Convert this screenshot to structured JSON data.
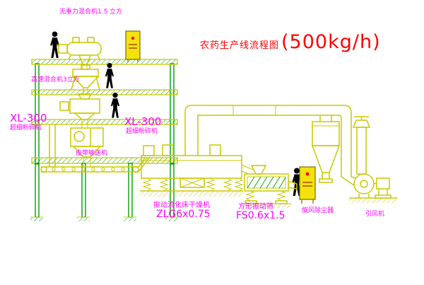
{
  "title": {
    "name": "农药生产线流程图",
    "capacity": "(500kg/h)"
  },
  "labels": {
    "top_mixer": "无重力混合机1.5 立方",
    "high_speed_mixer": "高速混合机3立方",
    "left_mill_model": "XL-300",
    "left_mill_name": "超细粉碎机",
    "mid_mill_model": "XL-300",
    "mid_mill_name": "超细粉碎机",
    "belt_conveyor": "皮带输送机",
    "dryer_name": "振动流化床干燥机",
    "dryer_model": "ZLG6x0.75",
    "screen_name": "方形振动筛",
    "screen_model": "FS0.6x1.5",
    "cyclone": "旋风除尘器",
    "fan": "引风机"
  },
  "colors": {
    "line_yellow": "#c9c900",
    "line_green": "#00a000",
    "label_magenta": "#ff00ff",
    "title_red": "#ff0000",
    "panel_yellow": "#f2e20e",
    "figure_black": "#000000",
    "background": "#ffffff"
  }
}
